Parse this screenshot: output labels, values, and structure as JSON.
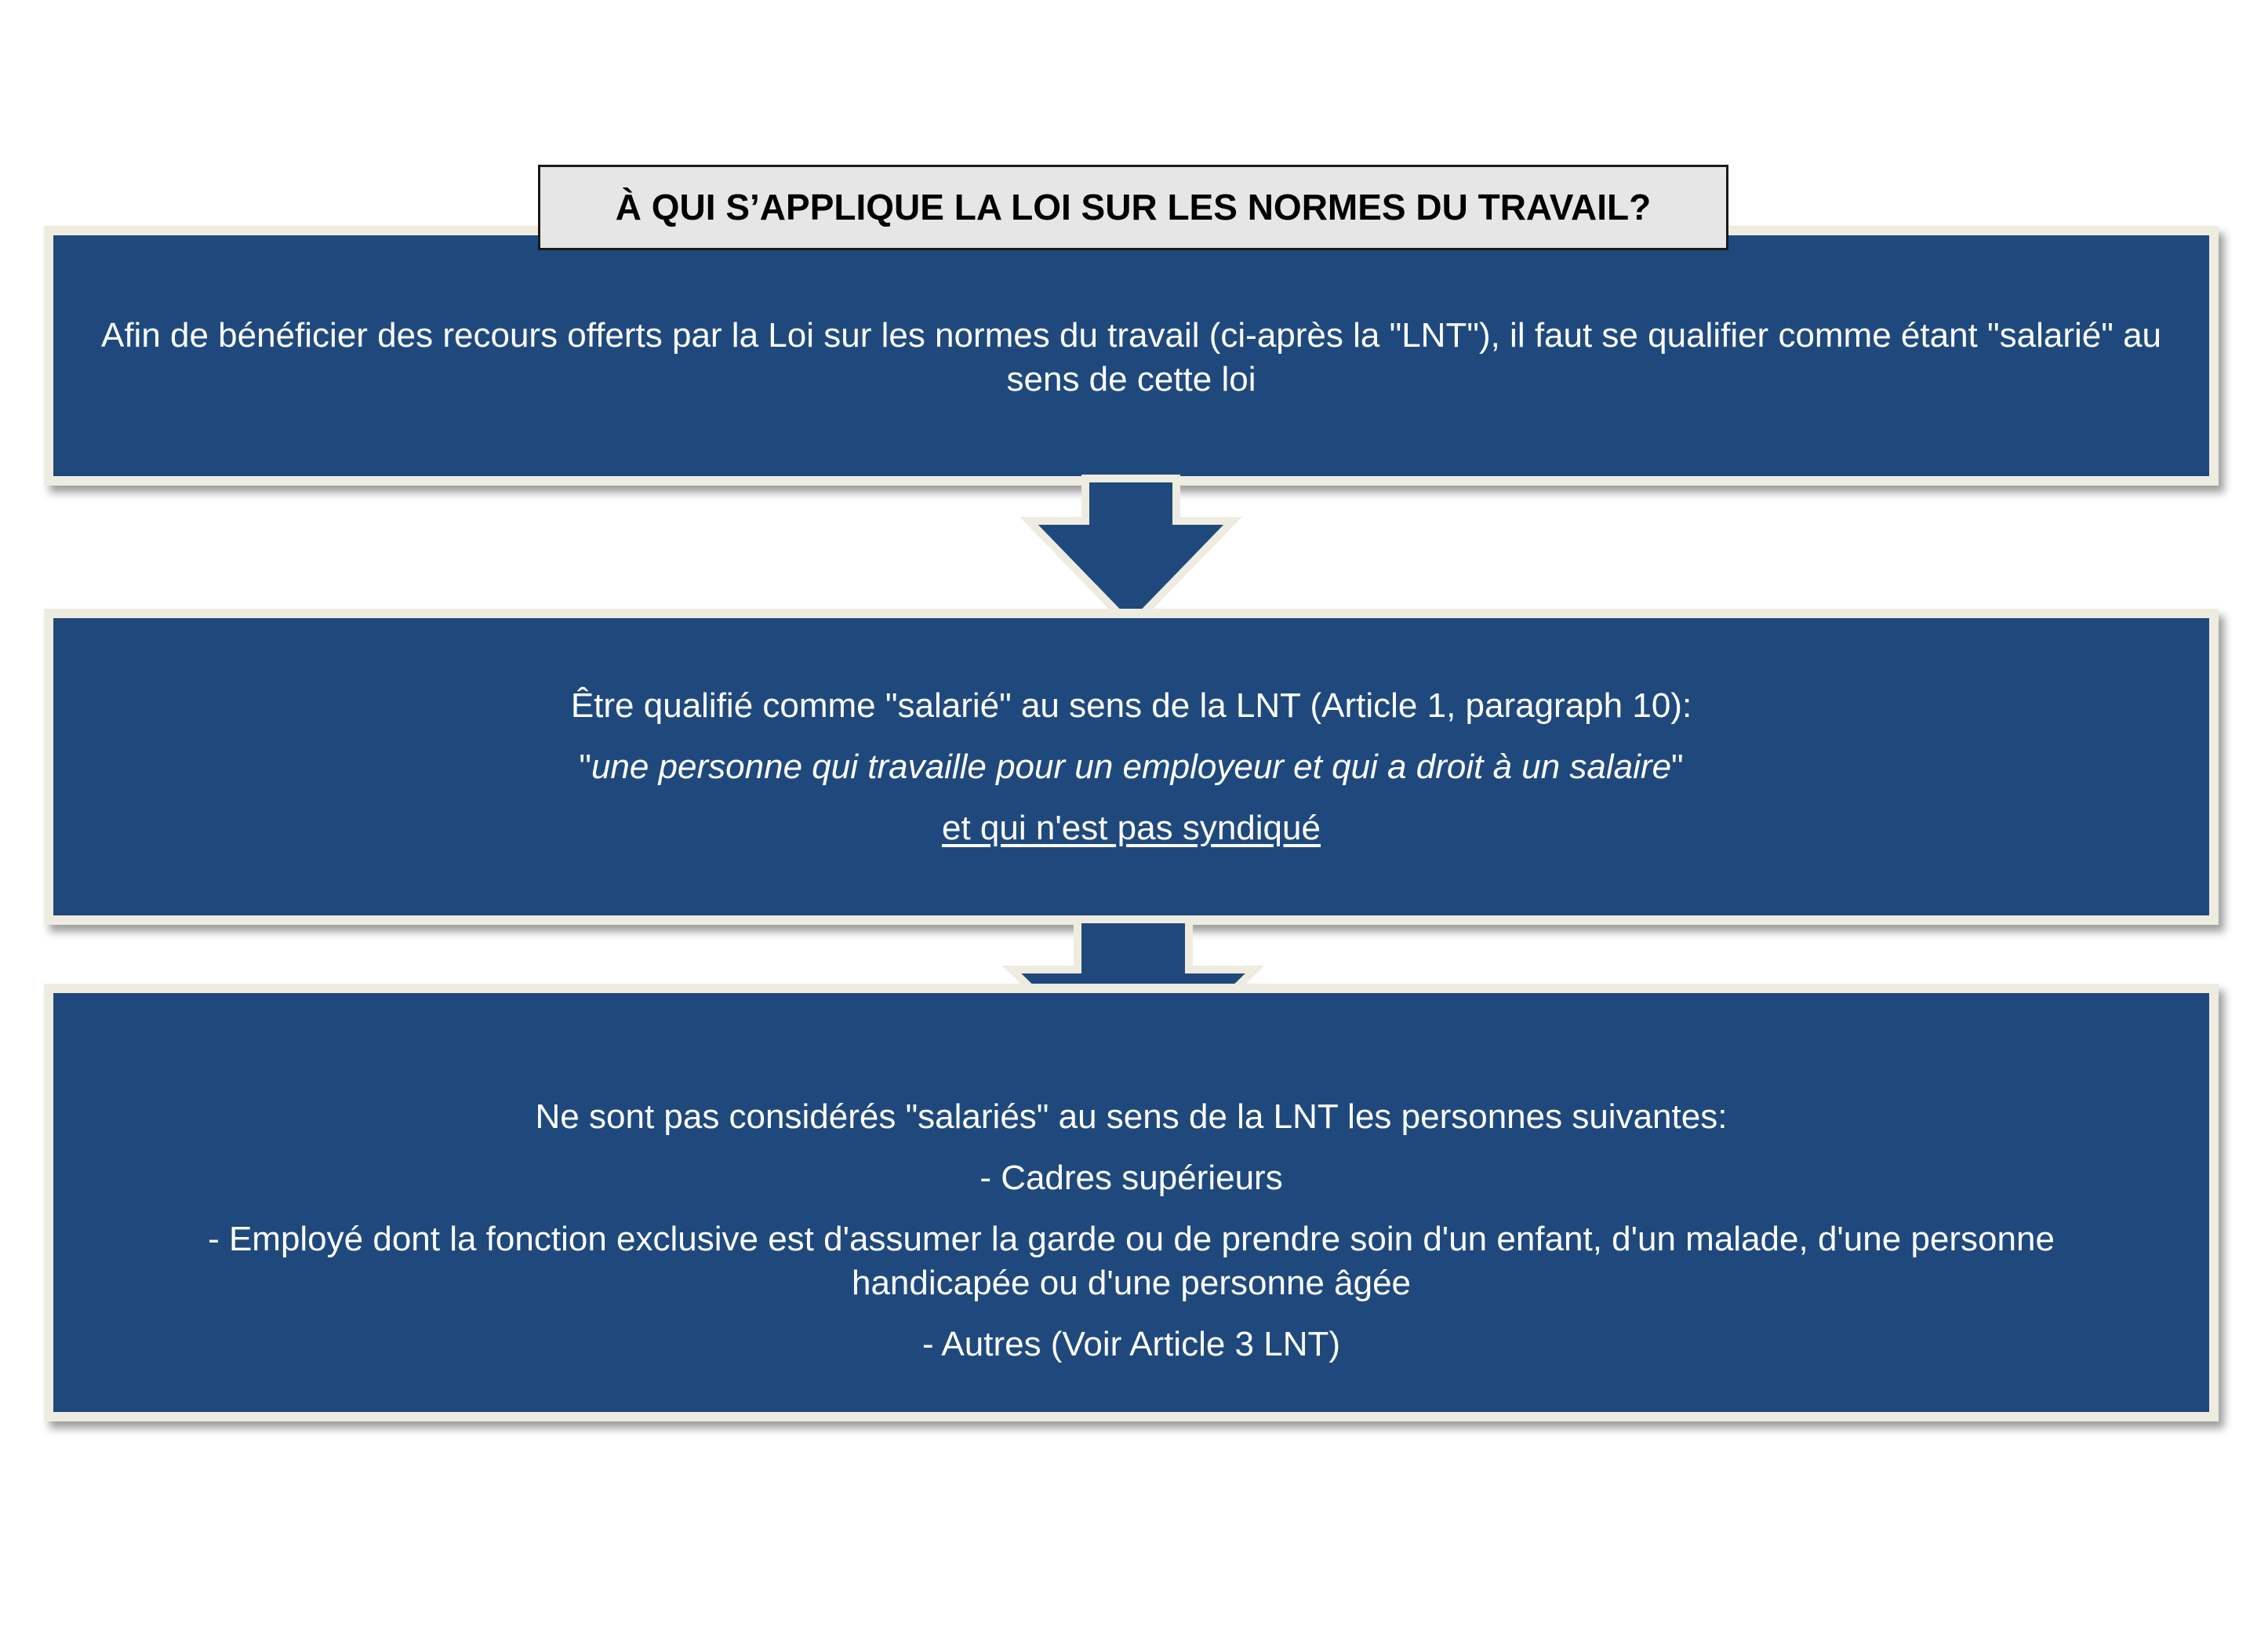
{
  "title": "À QUI S’APPLIQUE LA LOI SUR LES NORMES DU TRAVAIL?",
  "colors": {
    "box_fill": "#1f497d",
    "box_border": "#eeece1",
    "title_fill": "#e6e6e6",
    "text": "#ffffff"
  },
  "box1": {
    "text": "Afin de bénéficier des recours offerts par la Loi sur les normes du travail (ci-après la \"LNT\"), il faut se qualifier comme étant \"salarié\" au sens de cette loi"
  },
  "box2": {
    "line1": "Être qualifié comme \"salarié\" au sens de la LNT (Article 1, paragraph 10):",
    "quote_open": "\"",
    "quote": "une personne qui travaille pour un employeur et qui a droit à un salaire",
    "quote_close": "\"",
    "line3": "et qui n'est pas syndiqué"
  },
  "box3": {
    "intro": "Ne sont pas considérés \"salariés\" au sens de la LNT les personnes suivantes:",
    "items": [
      "- Cadres supérieurs",
      "- Employé dont la fonction exclusive est d'assumer la garde ou de prendre soin d'un enfant, d'un malade, d'une personne handicapée ou d'une personne âgée",
      "- Autres (Voir Article 3 LNT)"
    ]
  }
}
